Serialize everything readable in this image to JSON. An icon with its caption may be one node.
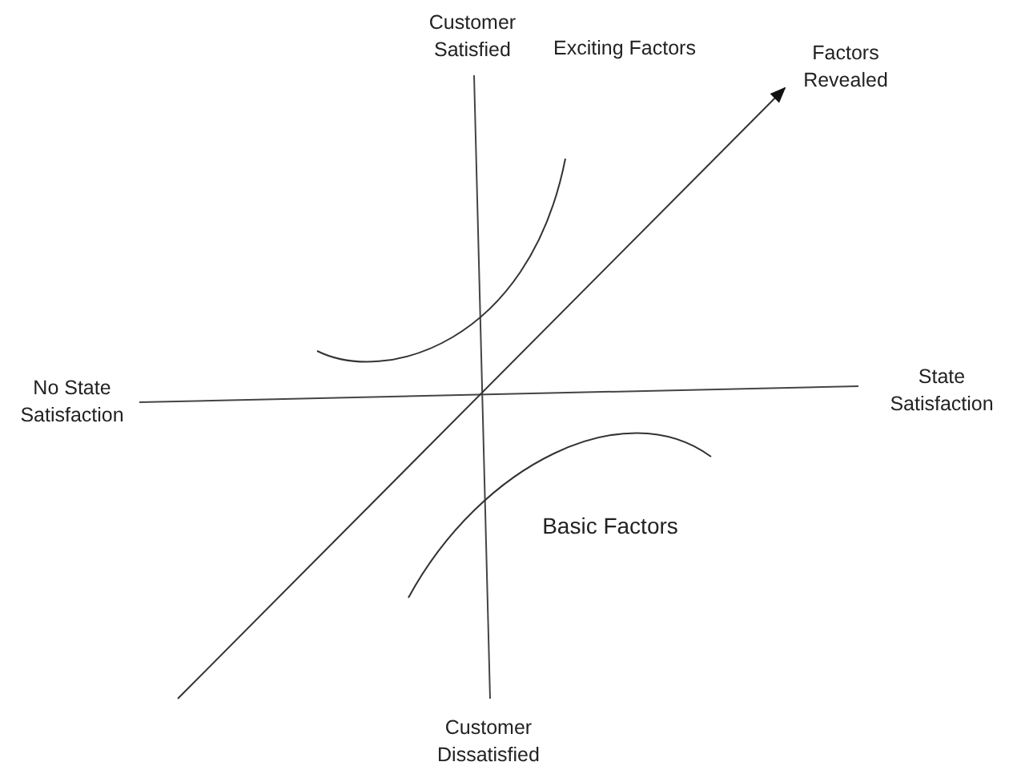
{
  "diagram": {
    "labels": [
      "Customer Satisfied",
      "Exciting Factors",
      "Factors Revealed",
      "No State Satisfaction",
      "State Satisfaction",
      "Basic Factors",
      "Customer Dissatisfied"
    ]
  }
}
